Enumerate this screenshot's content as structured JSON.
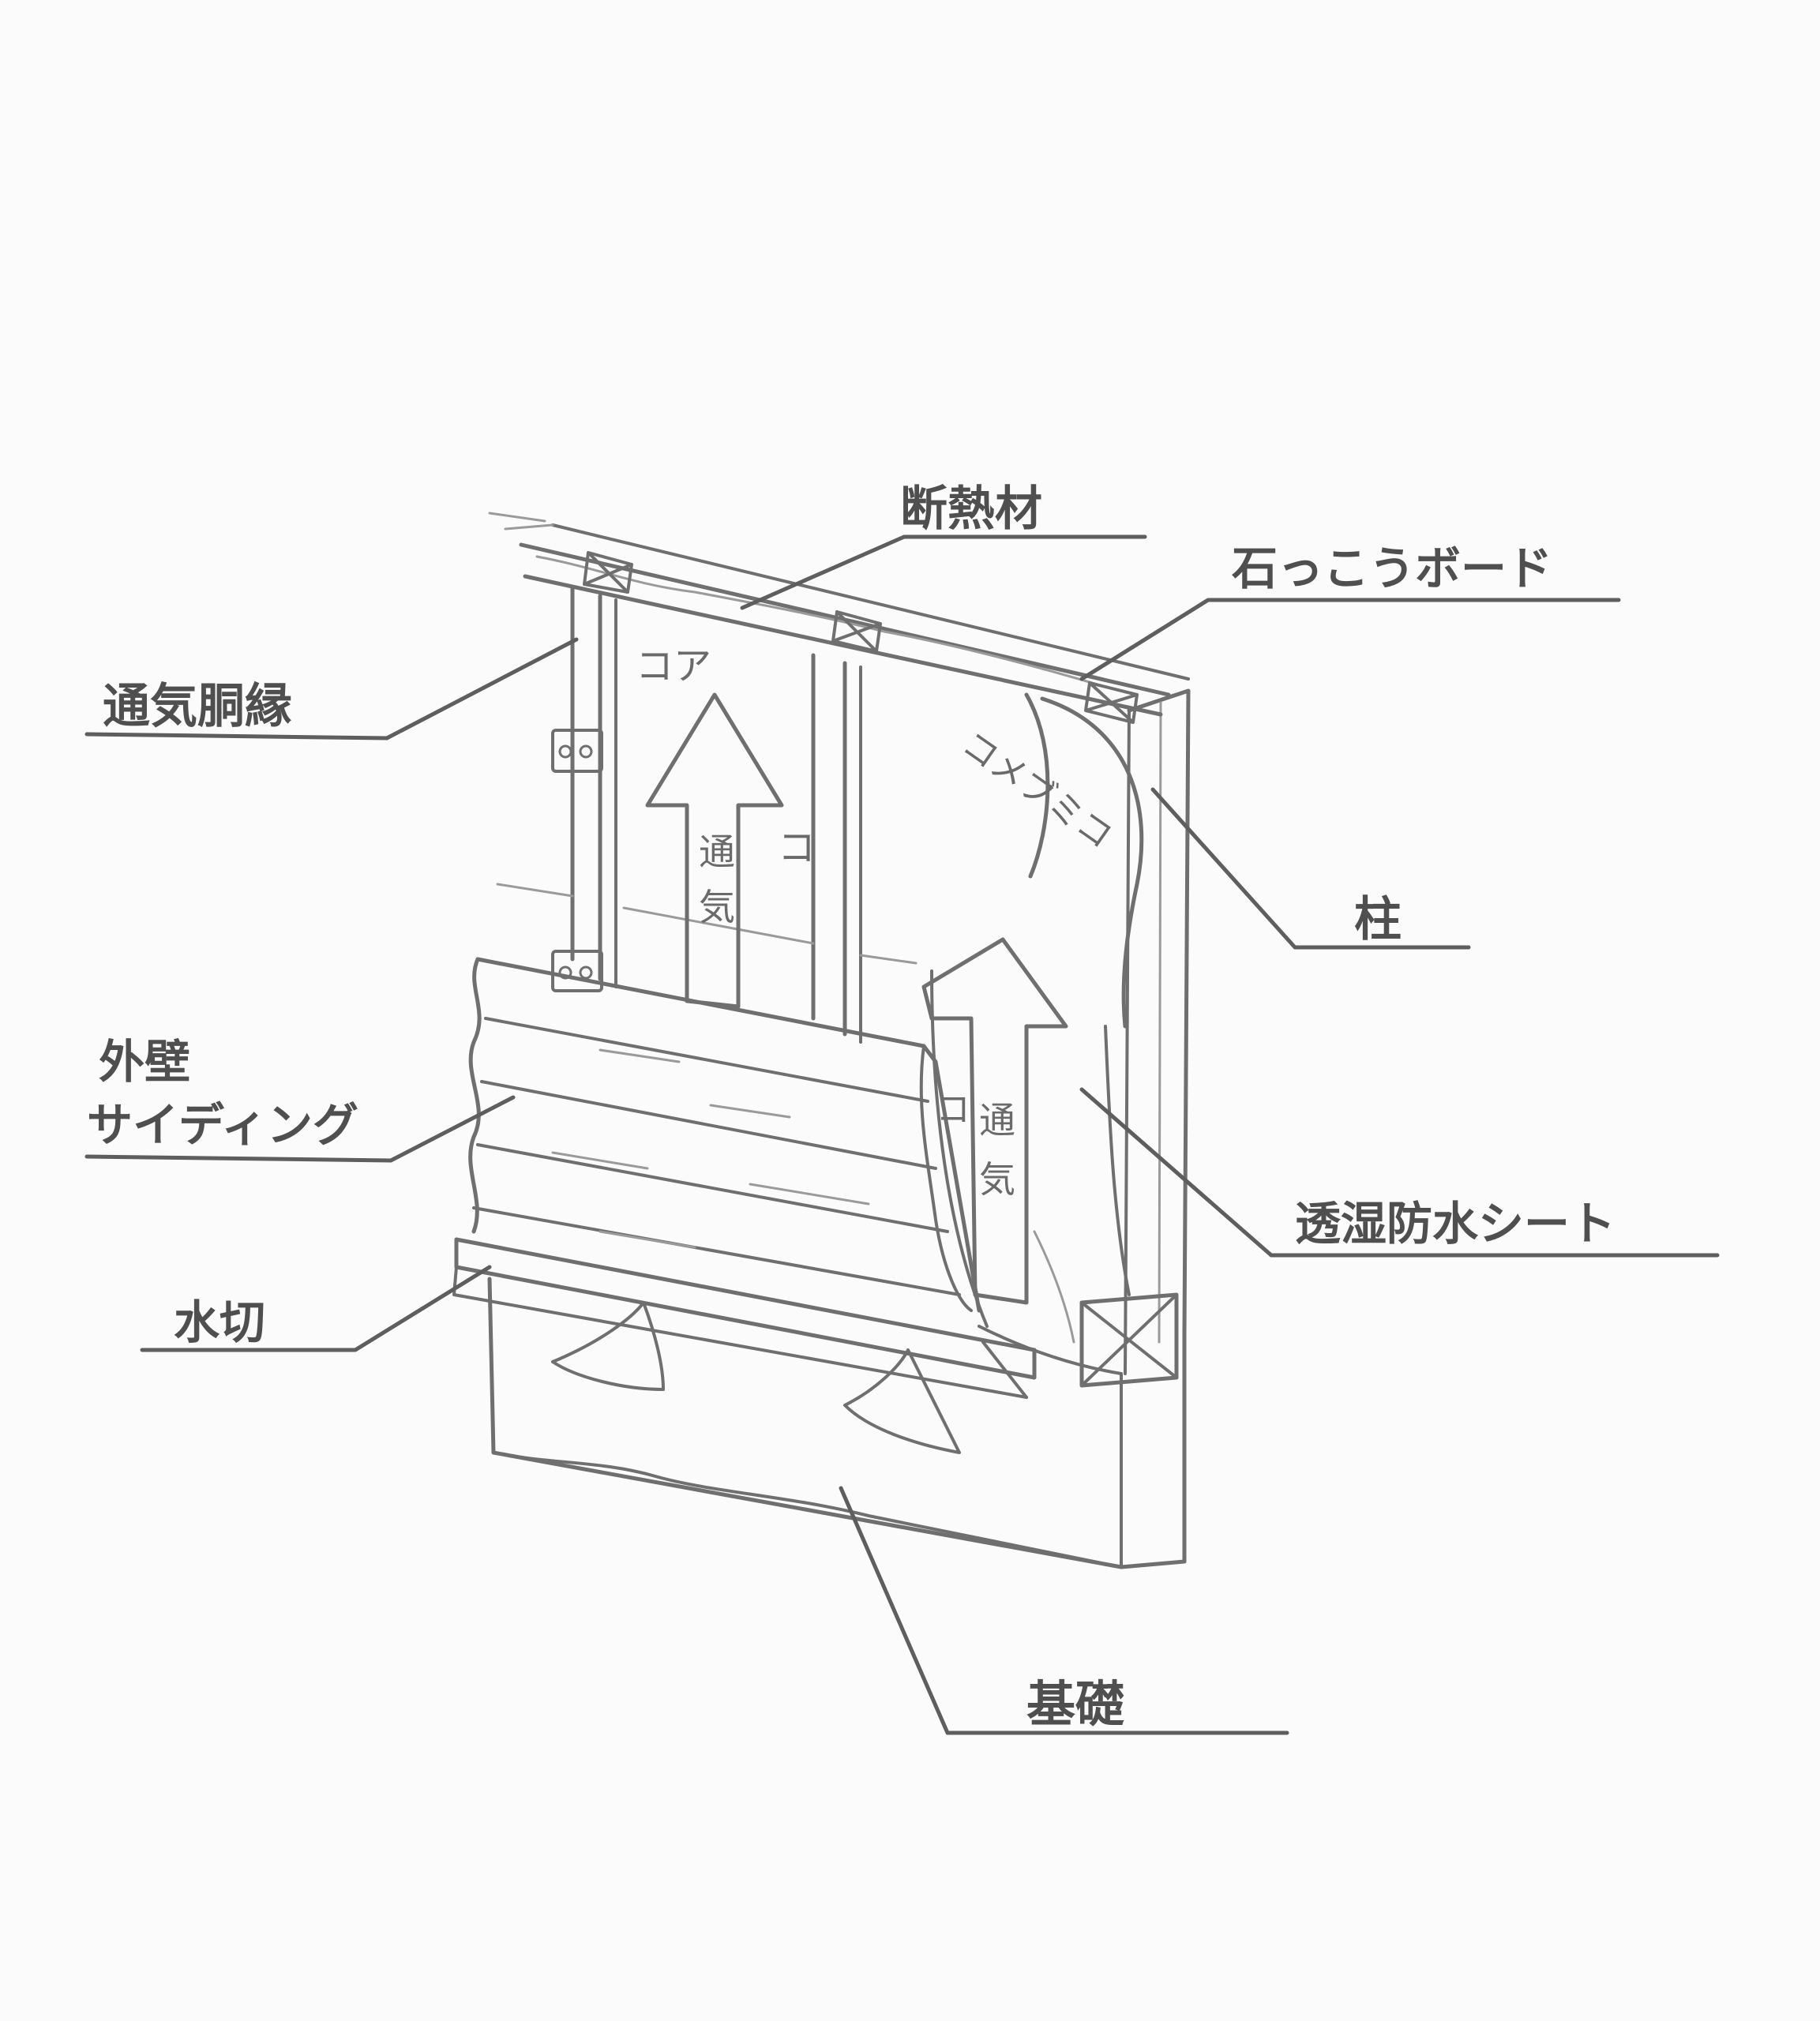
{
  "labels": {
    "insulation": "断熱材",
    "gypsum_board": "石っこうボード",
    "furring": "通気胴縁",
    "pillar": "柱",
    "siding_line1": "外壁",
    "siding_line2": "サイディング",
    "moisture_sheet": "透湿防水シート",
    "flashing": "水切",
    "foundation": "基礎"
  },
  "handwritten_in_drawing": {
    "airflow_left": "通気",
    "airflow_right": "通気",
    "cavity_left": "コア",
    "cavity_right": "コ",
    "sheet_scribble": "コメブミコ",
    "side_mark": "コ"
  },
  "colors": {
    "paper": "#fbfbfb",
    "pencil": "#6f6f6f",
    "pencil_light": "#9a9a9a",
    "label": "#4f4f4f"
  },
  "icons": {
    "airflow_arrow": "up-arrow-icon"
  }
}
